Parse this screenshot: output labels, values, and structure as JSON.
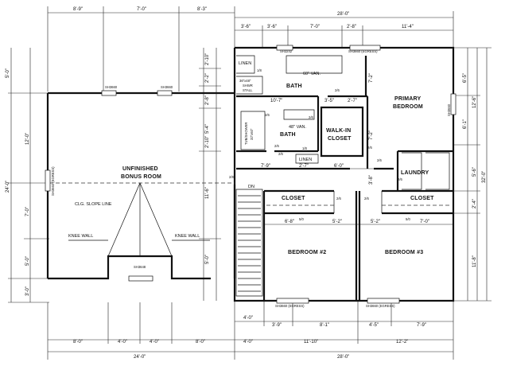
{
  "rooms": {
    "unfinished": "UNFINISHED",
    "bonus_room": "BONUS ROOM",
    "bath_upper": "BATH",
    "bath_lower": "BATH",
    "primary_1": "PRIMARY",
    "primary_2": "BEDROOM",
    "walkin_1": "WALK-IN",
    "walkin_2": "CLOSET",
    "laundry": "LAUNDRY",
    "closet_left": "CLOSET",
    "closet_right": "CLOSET",
    "bedroom2": "BEDROOM #2",
    "bedroom3": "BEDROOM #3",
    "linen_top": "LINEN",
    "linen_mid": "LINEN"
  },
  "notes": {
    "clg_slope": "CLG. SLOPE LINE",
    "knee_wall_left": "KNEE WALL",
    "knee_wall_right": "KNEE WALL",
    "shower_1": "36\"x48\"",
    "shower_2": "SHWR",
    "shower_3": "STALL",
    "tubshower_1": "TUB/SHOWER",
    "tubshower_2": "32\"x60\"",
    "van_60": "60\" VAN.",
    "van_48": "48\" VAN.",
    "dn": "DN"
  },
  "windows": {
    "bonus_w1": "SH3660",
    "bonus_w2": "SH3660",
    "bonus_side": "SH3660 (EGRESS)",
    "bonus_bottom": "SH3648",
    "bath_top": "SH3242",
    "primary_top": "SH3660 (EGRESS)",
    "primary_side": "SH3660",
    "bed2_bottom": "SH3660 (EGRESS)",
    "bed3_bottom": "SH3660 (EGRESS)"
  },
  "doors": {
    "d1": "1/8",
    "d2": "2/6",
    "d3": "2/6",
    "d4": "2/6",
    "d5": "2/6",
    "d6": "2/6",
    "d7": "2/6",
    "d8": "2/6",
    "d9": "2/8",
    "d10": "5/0",
    "d11": "5/0",
    "d12": "2/6",
    "d13": "2/6",
    "d14": "1/8",
    "d15": "2/6"
  },
  "dims": {
    "top_left": [
      "8'-9\"",
      "7'-0\"",
      "8'-3\""
    ],
    "top_right_total": "28'-0\"",
    "top_right_row": [
      "3'-6\"",
      "3'-6\"",
      "7'-0\"",
      "2'-8\"",
      "11'-4\""
    ],
    "left_side": [
      "5'-0\"",
      "12'-0\"",
      "24'-0\"",
      "7'-0\"",
      "5'-0\"",
      "3'-0\""
    ],
    "right_side": [
      "6'-5\"",
      "12'-6\"",
      "6'-1\"",
      "5'-6\"",
      "32'-0\"",
      "2'-4\"",
      "11'-8\""
    ],
    "interior": [
      "2'-10\"",
      "2'-2\"",
      "2'-8\"",
      "10'-7\"",
      "3'-5\"",
      "2'-7\"",
      "5'-4\"",
      "7'-2\"",
      "7'-2\"",
      "2'-10\"",
      "11'-6\"",
      "5'-0\"",
      "7'-9\"",
      "2'-7\"",
      "6'-0\"",
      "3'-8\"",
      "6'-8\"",
      "5'-2\"",
      "5'-2\"",
      "7'-0\""
    ],
    "bottom_right_row": [
      "4'-0\"",
      "3'-9\"",
      "8'-1\"",
      "4'-5\"",
      "7'-9\""
    ],
    "bottom_left_row": [
      "8'-0\"",
      "4'-0\"",
      "4'-0\"",
      "8'-0\""
    ],
    "bottom_right_row2": [
      "4'-0\"",
      "11'-10\"",
      "12'-2\""
    ],
    "bottom_left_total": "24'-0\"",
    "bottom_right_total": "28'-0\""
  }
}
